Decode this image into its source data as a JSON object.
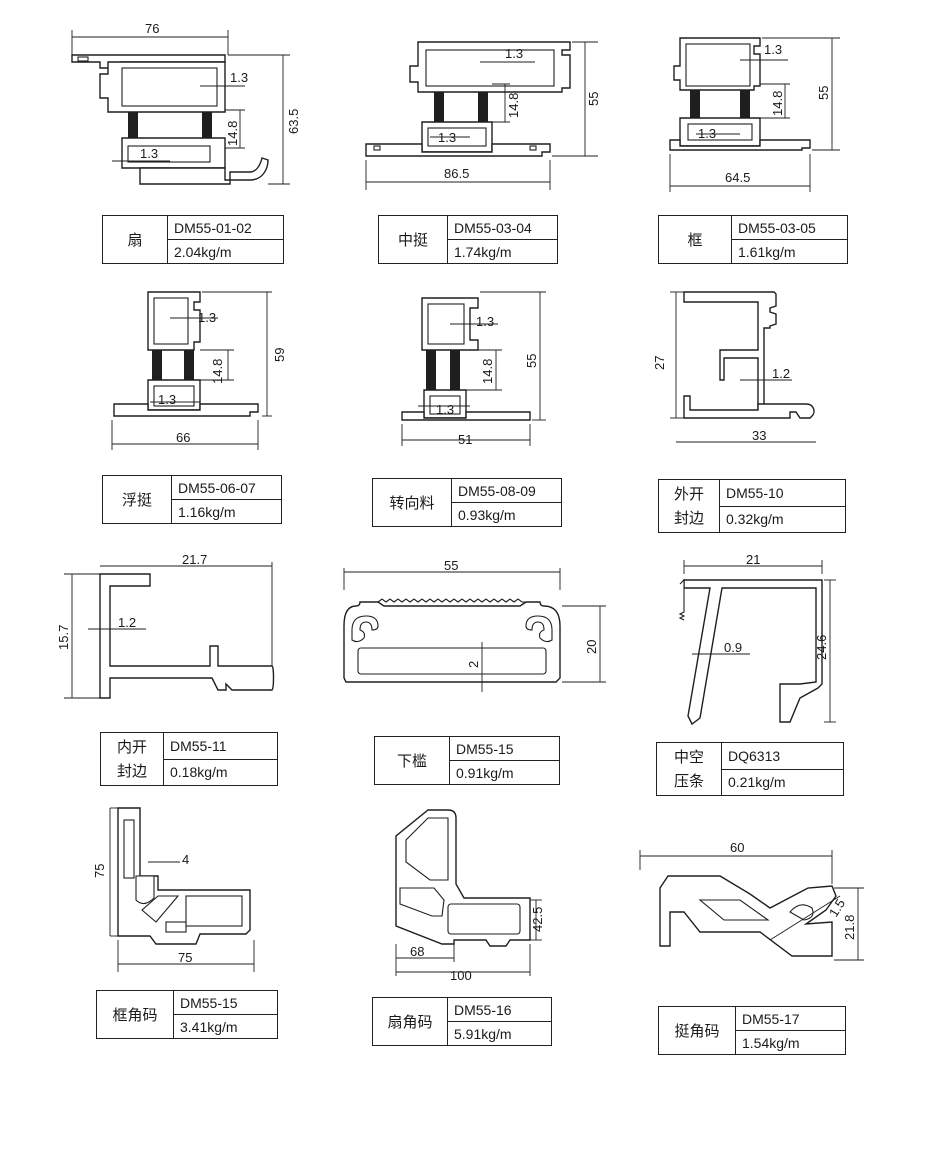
{
  "profiles": [
    {
      "name_lines": [
        "扇"
      ],
      "code": "DM55-01-02",
      "weight": "2.04kg/m",
      "dims": [
        "76",
        "1.3",
        "63.5",
        "14.8",
        "1.3"
      ]
    },
    {
      "name_lines": [
        "中挺"
      ],
      "code": "DM55-03-04",
      "weight": "1.74kg/m",
      "dims": [
        "1.3",
        "55",
        "14.8",
        "1.3",
        "86.5"
      ]
    },
    {
      "name_lines": [
        "框"
      ],
      "code": "DM55-03-05",
      "weight": "1.61kg/m",
      "dims": [
        "1.3",
        "55",
        "14.8",
        "1.3",
        "64.5"
      ]
    },
    {
      "name_lines": [
        "浮挺"
      ],
      "code": "DM55-06-07",
      "weight": "1.16kg/m",
      "dims": [
        "1.3",
        "59",
        "14.8",
        "1.3",
        "66"
      ]
    },
    {
      "name_lines": [
        "转向料"
      ],
      "code": "DM55-08-09",
      "weight": "0.93kg/m",
      "dims": [
        "1.3",
        "55",
        "14.8",
        "1.3",
        "51"
      ]
    },
    {
      "name_lines": [
        "外开",
        "封边"
      ],
      "code": "DM55-10",
      "weight": "0.32kg/m",
      "dims": [
        "27",
        "1.2",
        "33"
      ]
    },
    {
      "name_lines": [
        "内开",
        "封边"
      ],
      "code": "DM55-11",
      "weight": "0.18kg/m",
      "dims": [
        "21.7",
        "15.7",
        "1.2"
      ]
    },
    {
      "name_lines": [
        "下槛"
      ],
      "code": "DM55-15",
      "weight": "0.91kg/m",
      "dims": [
        "55",
        "20",
        "2"
      ]
    },
    {
      "name_lines": [
        "中空",
        "压条"
      ],
      "code": "DQ6313",
      "weight": "0.21kg/m",
      "dims": [
        "21",
        "24.6",
        "0.9"
      ]
    },
    {
      "name_lines": [
        "框角码"
      ],
      "code": "DM55-15",
      "weight": "3.41kg/m",
      "dims": [
        "75",
        "4",
        "75"
      ]
    },
    {
      "name_lines": [
        "扇角码"
      ],
      "code": "DM55-16",
      "weight": "5.91kg/m",
      "dims": [
        "42.5",
        "68",
        "100"
      ]
    },
    {
      "name_lines": [
        "挺角码"
      ],
      "code": "DM55-17",
      "weight": "1.54kg/m",
      "dims": [
        "60",
        "1.5",
        "21.8"
      ]
    }
  ]
}
